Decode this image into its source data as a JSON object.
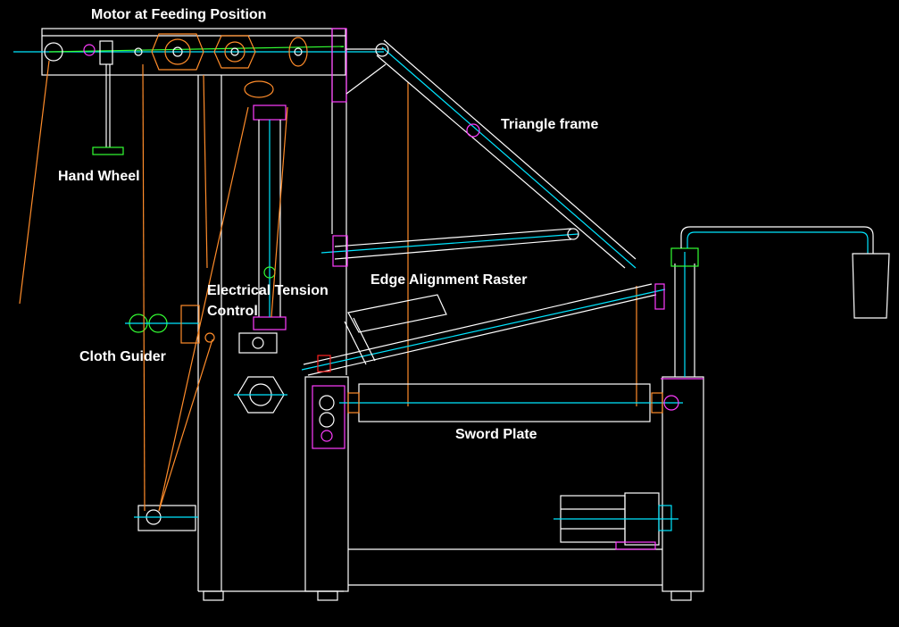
{
  "labels": {
    "motor": "Motor at Feeding Position",
    "hand_wheel": "Hand Wheel",
    "triangle_frame": "Triangle frame",
    "edge_alignment": "Edge Alignment Raster",
    "tension_line1": "Electrical Tension",
    "tension_line2": "Control",
    "cloth_guider": "Cloth Guider",
    "sword_plate": "Sword Plate"
  },
  "colors": {
    "background": "#000000",
    "frame_line": "#ffffff",
    "axis_line": "#00e5ff",
    "belt_line": "#ff8c2a",
    "accent_magenta": "#ff3cff",
    "accent_green": "#33ff33",
    "accent_red": "#ff2020",
    "label_text": "#ffffff"
  }
}
